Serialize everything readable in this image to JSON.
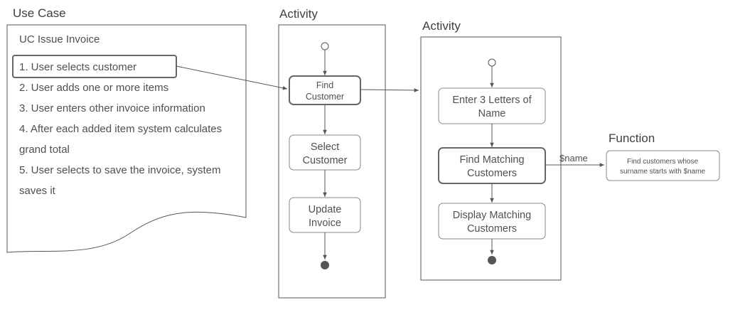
{
  "headings": {
    "use_case": "Use Case",
    "activity_1": "Activity",
    "activity_2": "Activity",
    "function": "Function"
  },
  "use_case": {
    "title": "UC Issue Invoice",
    "steps": [
      "1. User selects customer",
      "2. User adds one or more items",
      "3. User enters other invoice information",
      "4. After each added item system calculates",
      "grand total",
      "5. User selects to save the invoice, system",
      "saves it"
    ]
  },
  "activity_1": {
    "find_customer": [
      "Find",
      "Customer"
    ],
    "select_customer": [
      "Select",
      "Customer"
    ],
    "update_invoice": [
      "Update",
      "Invoice"
    ]
  },
  "activity_2": {
    "enter_letters": [
      "Enter 3 Letters of",
      "Name"
    ],
    "find_matching": [
      "Find Matching",
      "Customers"
    ],
    "display_matching": [
      "Display Matching",
      "Customers"
    ]
  },
  "edge_label": "$name",
  "function_box": [
    "Find customers whose",
    "surname starts with $name"
  ]
}
